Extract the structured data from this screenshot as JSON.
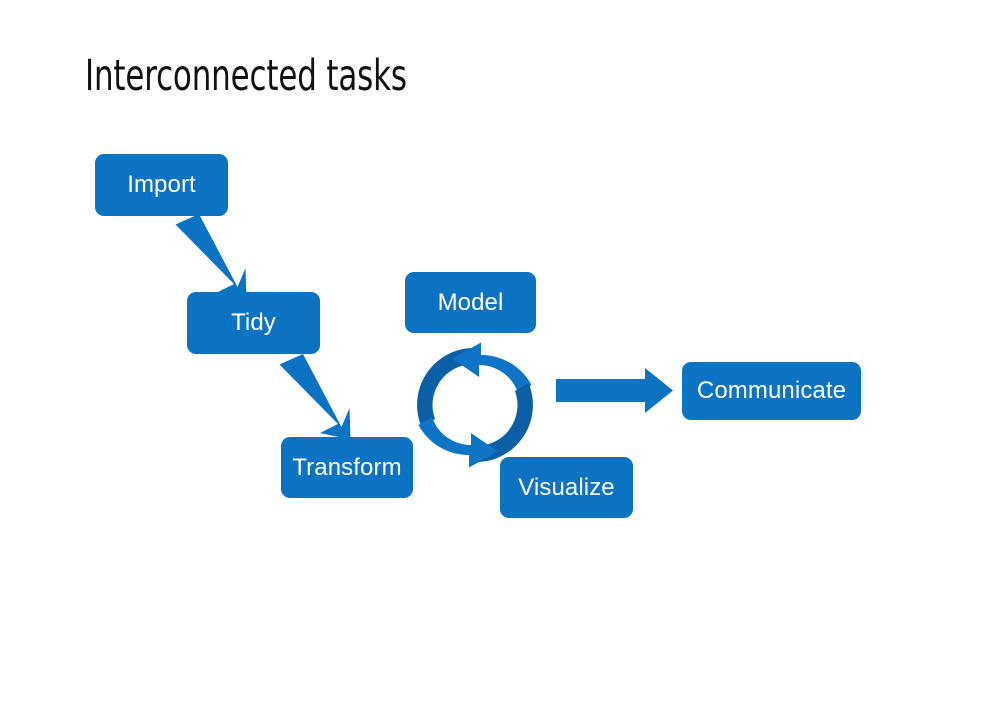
{
  "slide": {
    "title": "Interconnected tasks",
    "background_color": "#FFFFFF",
    "accent_color": "#0C72C2",
    "accent_color_dark": "#0B5FA5",
    "node_text_color": "#FFFFFF",
    "title_color": "#111111"
  },
  "nodes": [
    {
      "id": "import",
      "label": "Import"
    },
    {
      "id": "tidy",
      "label": "Tidy"
    },
    {
      "id": "transform",
      "label": "Transform"
    },
    {
      "id": "model",
      "label": "Model"
    },
    {
      "id": "visualize",
      "label": "Visualize"
    },
    {
      "id": "communicate",
      "label": "Communicate"
    }
  ],
  "connectors": [
    {
      "id": "import-to-tidy",
      "kind": "diagonal-arrow",
      "from": "import",
      "to": "tidy",
      "direction": "down-right"
    },
    {
      "id": "tidy-to-transform",
      "kind": "diagonal-arrow",
      "from": "tidy",
      "to": "transform",
      "direction": "down-right"
    },
    {
      "id": "model-visualize-cycle",
      "kind": "cycle-arrows",
      "between": [
        "model",
        "visualize",
        "transform"
      ],
      "direction": "counter-clockwise"
    },
    {
      "id": "cycle-to-communicate",
      "kind": "straight-arrow",
      "from": "model-visualize-cycle",
      "to": "communicate",
      "direction": "right"
    }
  ],
  "icons": {
    "cycle": "cycle-arrows-icon",
    "arrow_right": "arrow-right-icon",
    "arrow_diagonal": "arrow-down-right-icon"
  }
}
